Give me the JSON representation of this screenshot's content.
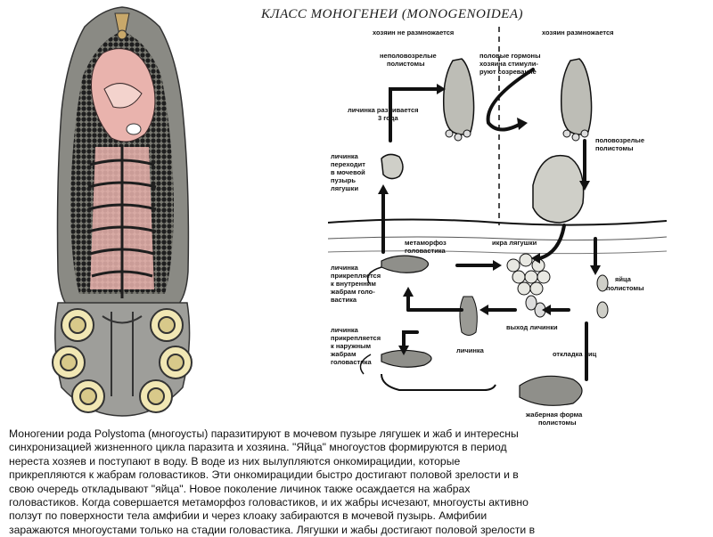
{
  "title": "КЛАСС МОНОГЕНЕИ (MONOGENOIDEA)",
  "diagram": {
    "labels": {
      "host_no_reproduce": "хозяин не размножается",
      "host_reproduce": "хозяин размножается",
      "immature_1": "неполовозрелые",
      "immature_2": "полистомы",
      "hormones_1": "половые гормоны",
      "hormones_2": "хозяина стимули-",
      "hormones_3": "руют созревание",
      "larva_3y_1": "личинка развивается",
      "larva_3y_2": "3 года",
      "mature_1": "половозрелые",
      "mature_2": "полистомы",
      "bladder_1": "личинка",
      "bladder_2": "переходит",
      "bladder_3": "в мочевой",
      "bladder_4": "пузырь",
      "bladder_5": "лягушки",
      "metamorph_1": "метаморфоз",
      "metamorph_2": "головастика",
      "frog_eggs": "икра лягушки",
      "eggs_1": "яйца",
      "eggs_2": "полистомы",
      "inner_1": "личинка",
      "inner_2": "прикрепляется",
      "inner_3": "к внутренним",
      "inner_4": "жабрам голо-",
      "inner_5": "вастика",
      "larva_exit": "выход личинки",
      "larva": "личинка",
      "outer_1": "личинка",
      "outer_2": "прикрепляется",
      "outer_3": "к наружным",
      "outer_4": "жабрам",
      "outer_5": "головастика",
      "egg_laying": "откладка яиц",
      "gill_1": "жаберная форма",
      "gill_2": "полистомы"
    }
  },
  "paragraph": [
    "Моногении рода Polystoma (многоусты) паразитируют в мочевом пузыре лягушек и жаб и интересны",
    "синхронизацией жизненного цикла паразита и хозяина. \"Яйца\" многоустов формируются в период",
    "нереста хозяев и поступают в воду. В воде из них вылупляются онкомирацидии, которые",
    "прикрепляются к жабрам головастиков. Эти онкомирацидии быстро достигают половой зрелости и в",
    "свою очередь откладывают \"яйца\". Новое поколение личинок также осаждается на жабрах",
    "головастиков. Когда совершается метаморфоз головастиков, и их жабры исчезают, многоусты активно",
    "ползут по поверхности тела амфибии и через клоаку забираются в мочевой пузырь. Амфибии",
    "заражаются многоустами только на стадии головастика. Лягушки и жабы достигают половой зрелости в"
  ]
}
